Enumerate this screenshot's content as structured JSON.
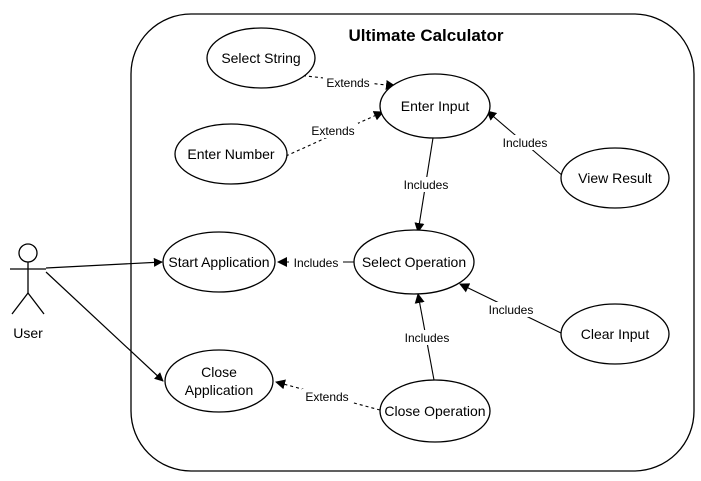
{
  "system": {
    "title": "Ultimate Calculator"
  },
  "actor": {
    "name": "User"
  },
  "use_cases": {
    "select_string": "Select String",
    "enter_input": "Enter Input",
    "enter_number": "Enter Number",
    "view_result": "View Result",
    "start_application": "Start Application",
    "select_operation": "Select Operation",
    "clear_input": "Clear Input",
    "close_application_line1": "Close",
    "close_application_line2": "Application",
    "close_operation": "Close Operation"
  },
  "relationships": {
    "select_string_to_enter_input": "Extends",
    "enter_number_to_enter_input": "Extends",
    "view_result_to_enter_input": "Includes",
    "enter_input_to_select_operation": "Includes",
    "select_operation_to_start_application": "Includes",
    "clear_input_to_select_operation": "Includes",
    "close_operation_to_select_operation": "Includes",
    "close_operation_to_close_application": "Extends"
  },
  "colors": {
    "stroke": "#000000",
    "fill": "#ffffff"
  }
}
